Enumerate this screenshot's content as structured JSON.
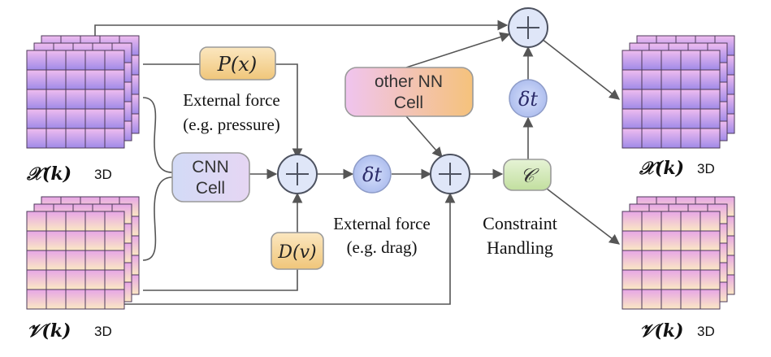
{
  "inputs": {
    "position_label": "𝒳(k)",
    "position_dim": "3D",
    "velocity_label": "𝒱(k)",
    "velocity_dim": "3D"
  },
  "outputs": {
    "position_label": "𝒳(k)",
    "position_dim": "3D",
    "velocity_label": "𝒱(k)",
    "velocity_dim": "3D"
  },
  "blocks": {
    "pressure_term": "P(x)",
    "drag_term": "D(v)",
    "cnn_cell_line1": "CNN",
    "cnn_cell_line2": "Cell",
    "other_nn_line1": "other NN",
    "other_nn_line2": "Cell",
    "delta_t": "δt",
    "constraint_symbol": "𝒞"
  },
  "annotations": {
    "pressure_line1": "External force",
    "pressure_line2": "(e.g. pressure)",
    "drag_line1": "External force",
    "drag_line2": "(e.g. drag)",
    "constraint_line1": "Constraint",
    "constraint_line2": "Handling"
  },
  "colors": {
    "position_grid_top": "#efbcef",
    "position_grid_bottom": "#a08ae8",
    "velocity_grid_top": "#e7a6e6",
    "velocity_grid_bottom": "#fbe8c4",
    "term_box": "#f3cf8a",
    "cnn_box": "#dcd9f5",
    "other_nn_box_left": "#f0c4ef",
    "other_nn_box_right": "#f5c27b",
    "delta_t_circle": "#b8c6f2",
    "constraint_box": "#cfe6b4",
    "sum_circle": "#dfe6f8"
  }
}
